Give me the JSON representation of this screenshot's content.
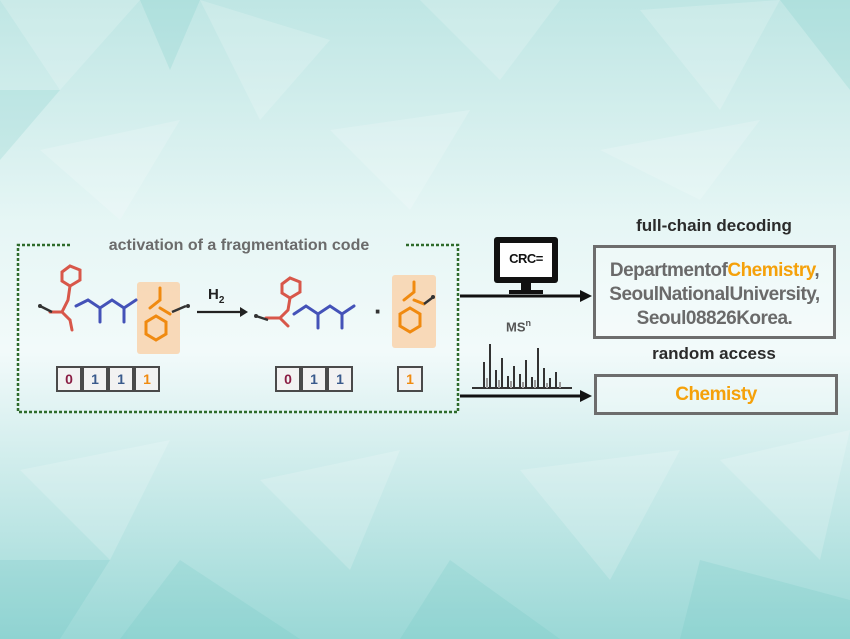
{
  "background": {
    "color_light": "#e8f7f6",
    "color_mid": "#bfe6e4",
    "color_dark": "#8fd3d1"
  },
  "activation": {
    "title": "activation of a fragmentation code",
    "reagent_main": "H",
    "reagent_sub": "2",
    "dot": "·",
    "code_full": [
      "0",
      "1",
      "1",
      "1"
    ],
    "code_left": [
      "0",
      "1",
      "1"
    ],
    "code_right": [
      "1"
    ],
    "bit_colors": [
      "#8a1c43",
      "#3a5a8c",
      "#3a5a8c",
      "#f08a10"
    ]
  },
  "monitor_label": "CRC=",
  "ms_label_main": "MS",
  "ms_label_sup": "n",
  "fullchain": {
    "title": "full-chain decoding",
    "line1_a": "Departmentof",
    "line1_b": "Chemistry",
    "line1_c": ",",
    "line2": "SeoulNationalUniversity,",
    "line3": "Seoul08826Korea."
  },
  "random": {
    "title": "random access",
    "result": "Chemisty"
  },
  "colors": {
    "red": "#d8574a",
    "blue": "#4452b8",
    "orange": "#f08a10",
    "dashed_border": "#2e6b2b",
    "highlight": "#f5a10a"
  }
}
